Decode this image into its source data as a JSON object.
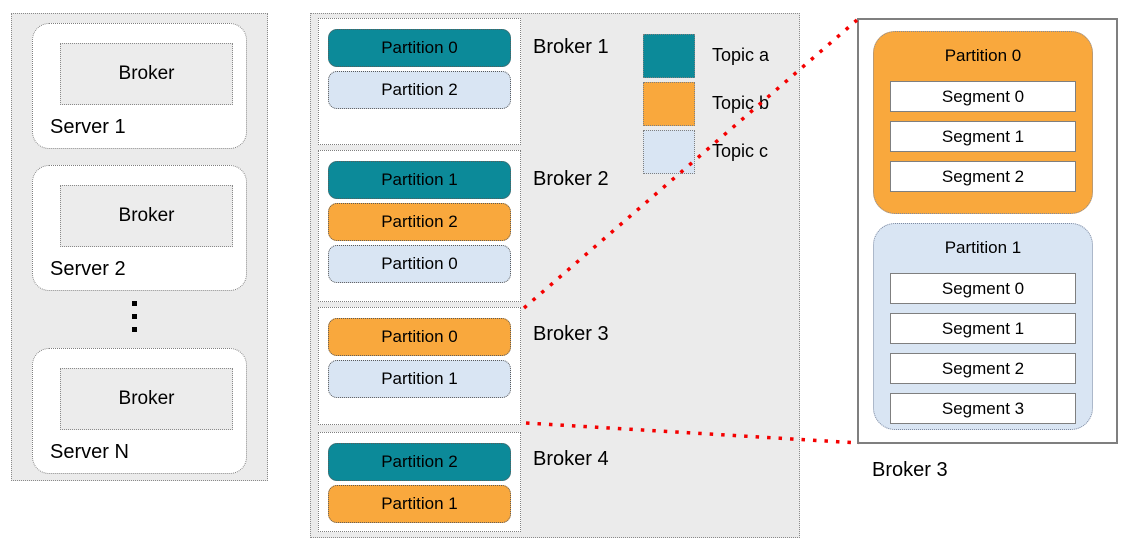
{
  "colors": {
    "topic_a": "#0C8A99",
    "topic_b": "#F9A83D",
    "topic_c": "#D9E5F3",
    "panel_bg": "#EBEBEB",
    "connector_red": "#F40000"
  },
  "servers_panel": {
    "servers": [
      {
        "label": "Server 1",
        "broker_label": "Broker"
      },
      {
        "label": "Server 2",
        "broker_label": "Broker"
      },
      {
        "label": "Server N",
        "broker_label": "Broker"
      }
    ]
  },
  "brokers_panel": {
    "brokers": [
      {
        "label": "Broker 1",
        "partitions": [
          {
            "label": "Partition 0",
            "topic": "a"
          },
          {
            "label": "Partition 2",
            "topic": "c"
          }
        ]
      },
      {
        "label": "Broker 2",
        "partitions": [
          {
            "label": "Partition 1",
            "topic": "a"
          },
          {
            "label": "Partition 2",
            "topic": "b"
          },
          {
            "label": "Partition 0",
            "topic": "c"
          }
        ]
      },
      {
        "label": "Broker 3",
        "partitions": [
          {
            "label": "Partition 0",
            "topic": "b"
          },
          {
            "label": "Partition 1",
            "topic": "c"
          }
        ]
      },
      {
        "label": "Broker 4",
        "partitions": [
          {
            "label": "Partition 2",
            "topic": "a"
          },
          {
            "label": "Partition 1",
            "topic": "b"
          }
        ]
      }
    ],
    "legend": [
      {
        "label": "Topic a",
        "topic": "a"
      },
      {
        "label": "Topic b",
        "topic": "b"
      },
      {
        "label": "Topic c",
        "topic": "c"
      }
    ]
  },
  "detail_panel": {
    "caption": "Broker 3",
    "partitions": [
      {
        "label": "Partition 0",
        "topic": "b",
        "segments": [
          "Segment 0",
          "Segment 1",
          "Segment 2"
        ]
      },
      {
        "label": "Partition 1",
        "topic": "c",
        "segments": [
          "Segment 0",
          "Segment 1",
          "Segment 2",
          "Segment 3"
        ]
      }
    ]
  }
}
